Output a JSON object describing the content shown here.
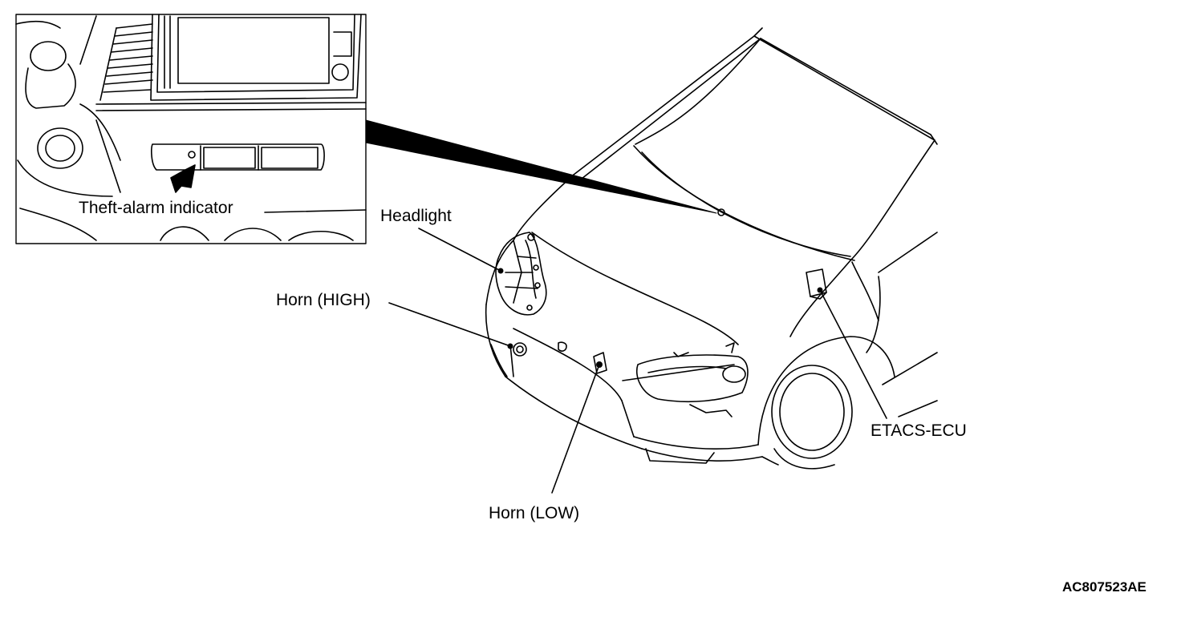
{
  "labels": {
    "theft_alarm_indicator": "Theft-alarm indicator",
    "headlight": "Headlight",
    "horn_high": "Horn (HIGH)",
    "horn_low": "Horn (LOW)",
    "etacs_ecu": "ETACS-ECU"
  },
  "figure_code": "AC807523AE"
}
